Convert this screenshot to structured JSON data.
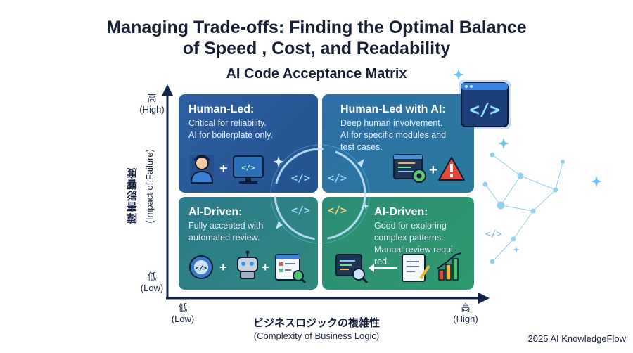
{
  "header": {
    "title_line1": "Managing Trade-offs: Finding the Optimal Balance",
    "title_line2": "of Speed , Cost, and Readability",
    "subtitle": "AI Code Acceptance Matrix"
  },
  "y_axis": {
    "high": "高",
    "high_en": "(High)",
    "low": "低",
    "low_en": "(Low)",
    "label": "障害影響度",
    "label_en": "(Impact of Failure)"
  },
  "x_axis": {
    "low": "低",
    "low_en": "(Low)",
    "high": "高",
    "high_en": "(High)",
    "label": "ビジネスロジックの複雑性",
    "label_en": "(Complexity of Business Logic)"
  },
  "quadrants": {
    "top_left": {
      "title": "Human-Led:",
      "desc_line1": "Critical for reliability.",
      "desc_line2": "AI for boilerplate only."
    },
    "top_right": {
      "title": "Human-Led with AI:",
      "desc_line1": "Deep human involvement.",
      "desc_line2": "AI for specific modules and",
      "desc_line3": "test cases."
    },
    "bottom_left": {
      "title": "AI-Driven:",
      "desc_line1": "Fully accepted with",
      "desc_line2": "automated review."
    },
    "bottom_right": {
      "title": "AI-Driven:",
      "desc_line1": "Good for exploring",
      "desc_line2": "complex patterns.",
      "desc_line3": "Manual review requi-",
      "desc_line4": "red."
    }
  },
  "symbols": {
    "plus": "+",
    "code": "</>"
  },
  "footer": {
    "credit": "2025 AI KnowledgeFlow"
  },
  "colors": {
    "axis": "#14244a",
    "quad_tl": "#2a5a9a",
    "quad_tr": "#2d749f",
    "quad_bl": "#2e8184",
    "quad_br": "#2e9472",
    "accent_glow": "#7fd4ff"
  },
  "icons": [
    "person-icon",
    "monitor-code-icon",
    "code-window-gear-icon",
    "warning-icon",
    "code-gear-icon",
    "robot-icon",
    "checklist-search-icon",
    "code-search-icon",
    "document-edit-icon",
    "bar-chart-icon",
    "code-window-icon",
    "network-graph-icon"
  ]
}
